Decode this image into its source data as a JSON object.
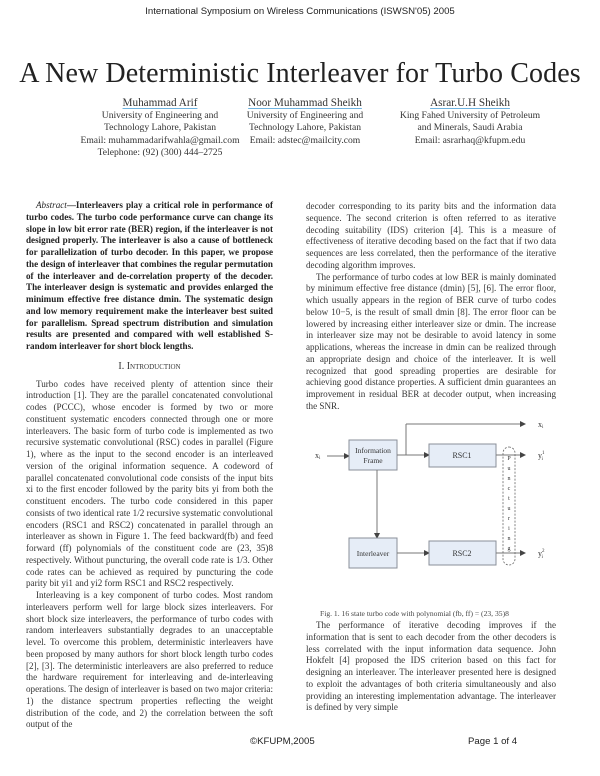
{
  "running_head": "International Symposium on Wireless Communications (ISWSN'05) 2005",
  "title": "A New Deterministic Interleaver for Turbo Codes",
  "authors": [
    {
      "name": "Muhammad Arif",
      "lines": [
        "University of Engineering and",
        "Technology Lahore, Pakistan",
        "Email: muhammadarifwahla@gmail.com",
        "Telephone: (92) (300) 444–2725"
      ]
    },
    {
      "name": "Noor Muhammad Sheikh",
      "lines": [
        "University of Engineering and",
        "Technology Lahore, Pakistan",
        "Email: adstec@mailcity.com"
      ]
    },
    {
      "name": "Asrar.U.H Sheikh",
      "lines": [
        "King Fahed University of Petroleum",
        "and Minerals, Saudi Arabia",
        "Email: asrarhaq@kfupm.edu"
      ]
    }
  ],
  "abstract": {
    "label": "Abstract",
    "text": "—Interleavers play a critical role in performance of turbo codes. The turbo code performance curve can change its slope in low bit error rate (BER) region, if the interleaver is not designed properly. The interleaver is also a cause of bottleneck for parallelization of turbo decoder. In this paper, we propose the design of interleaver that combines the regular permutation of the interleaver and de-correlation property of the decoder. The interleaver design is systematic and provides enlarged the minimum effective free distance dmin. The systematic design and low memory requirement make the interleaver best suited for parallelism. Spread spectrum distribution and simulation results are presented and compared with well established S-random interleaver for short block lengths."
  },
  "section1": {
    "heading": "I. Introduction",
    "p1": "Turbo codes have received plenty of attention since their introduction [1]. They are the parallel concatenated convolutional codes (PCCC), whose encoder is formed by two or more constituent systematic encoders connected through one or more interleavers. The basic form of turbo code is implemented as two recursive systematic convolutional (RSC) codes in parallel (Figure 1), where as the input to the second encoder is an interleaved version of the original information sequence. A codeword of parallel concatenated convolutional code consists of the input bits xi to the first encoder followed by the parity bits yi from both the constituent encoders. The turbo code considered in this paper consists of two identical rate 1/2 recursive systematic convolutional encoders (RSC1 and RSC2) concatenated in parallel through an interleaver as shown in Figure 1. The feed backward(fb) and feed forward (ff) polynomials of the constituent code are (23, 35)8 respectively. Without puncturing, the overall code rate is 1/3. Other code rates can be achieved as required by puncturing the code parity bit yi1 and yi2 form RSC1 and RSC2 respectively.",
    "p2": "Interleaving is a key component of turbo codes. Most random interleavers perform well for large block sizes interleavers. For short block size interleavers, the performance of turbo codes with random interleavers substantially degrades to an unacceptable level. To overcome this problem, deterministic interleavers have been proposed by many authors for short block length turbo codes [2], [3]. The deterministic interleavers are also preferred to reduce the hardware requirement for interleaving and de-interleaving operations. The design of interleaver is based on two major criteria: 1) the distance spectrum properties reflecting the weight distribution of the code, and 2) the correlation between the soft output of the",
    "p3": "decoder corresponding to its parity bits and the information data sequence. The second criterion is often referred to as iterative decoding suitability (IDS) criterion [4]. This is a measure of effectiveness of iterative decoding based on the fact that if two data sequences are less correlated, then the performance of the iterative decoding algorithm improves.",
    "p4": "The performance of turbo codes at low BER is mainly dominated by minimum effective free distance (dmin) [5], [6]. The error floor, which usually appears in the region of BER curve of turbo codes below 10−5, is the result of small dmin [8]. The error floor can be lowered by increasing either interleaver size or dmin. The increase in interleaver size may not be desirable to avoid latency in some applications, whereas the increase in dmin can be realized through an appropriate design and choice of the interleaver. It is well recognized that good spreading properties are desirable for achieving good distance properties. A sufficient dmin guarantees an improvement in residual BER at decoder output, when increasing the SNR.",
    "p5": "The performance of iterative decoding improves if the information that is sent to each decoder from the other decoders is less correlated with the input information data sequence. John Hokfelt [4] proposed the IDS criterion based on this fact for designing an interleaver. The interleaver presented here is designed to exploit the advantages of both criteria simultaneously and also providing an interesting implementation advantage. The interleaver is defined by very simple"
  },
  "figure": {
    "input_label": "xi",
    "info_frame": "Information Frame",
    "rsc1": "RSC1",
    "rsc2": "RSC2",
    "interleaver": "Interleaver",
    "puncturing": "Puncturing",
    "out_x": "xi",
    "out_y1": "y1i",
    "out_y2": "y2i",
    "box_fill": "#e6edf7",
    "box_stroke": "#8a8f98",
    "caption": "Fig. 1.   16 state turbo code with polynomial (fb, ff) = (23, 35)8"
  },
  "footer": {
    "copyright": "©KFUPM,2005",
    "page": "Page 1 of 4"
  }
}
